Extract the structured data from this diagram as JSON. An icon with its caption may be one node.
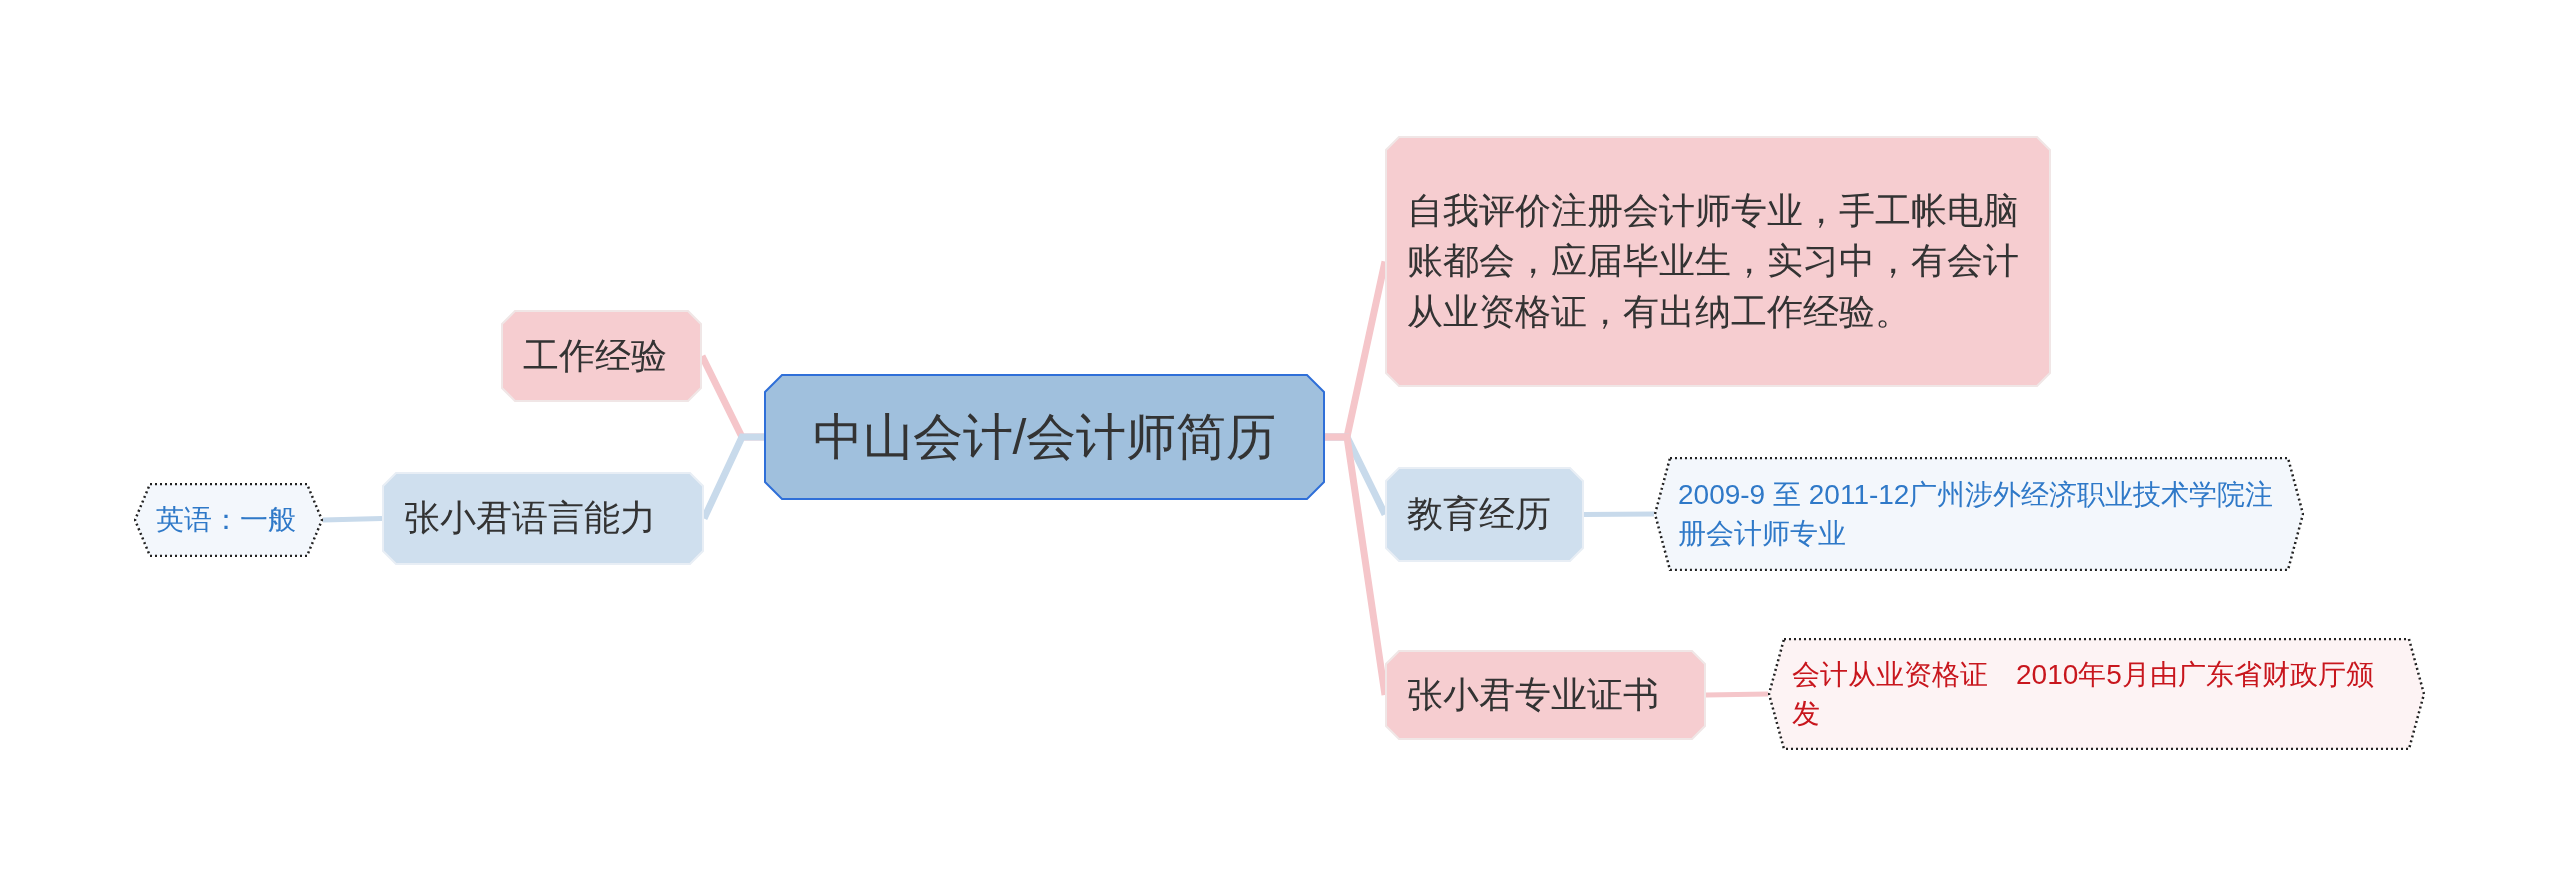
{
  "diagram": {
    "nodes": [
      {
        "text": [
          "中山会计/会计师简历"
        ]
      },
      {
        "text": [
          "自我评价注册会计师专业，手工帐电脑账都会，应届毕业生，实习中，有会计从业资格证，有出纳工作经验。"
        ]
      },
      {
        "text": [
          "教育经历"
        ]
      },
      {
        "text": [
          "张小君专业证书"
        ]
      },
      {
        "text": [
          "工作经验"
        ]
      },
      {
        "text": [
          "张小君语言能力"
        ]
      },
      {
        "text": [
          "英语：一般"
        ]
      },
      {
        "text": [
          "2009-9 至 2011-12广州涉外经济职业技术学院注册会计师专业"
        ]
      },
      {
        "text": [
          "会计从业资格证　2010年5月由广东省财政厅颁发"
        ]
      }
    ],
    "edges": [
      {
        "from": 0,
        "to": 1,
        "arrow": "none",
        "color": "#f5c6ca"
      },
      {
        "from": 0,
        "to": 2,
        "arrow": "none",
        "color": "#c8daeb"
      },
      {
        "from": 0,
        "to": 3,
        "arrow": "none",
        "color": "#f5c6ca"
      },
      {
        "from": 0,
        "to": 4,
        "arrow": "none",
        "color": "#f5c6ca"
      },
      {
        "from": 0,
        "to": 5,
        "arrow": "none",
        "color": "#c8daeb"
      },
      {
        "from": 5,
        "to": 6,
        "arrow": "none",
        "color": "#c8daeb"
      },
      {
        "from": 2,
        "to": 7,
        "arrow": "none",
        "color": "#c8daeb"
      },
      {
        "from": 3,
        "to": 8,
        "arrow": "none",
        "color": "#f5c6ca"
      }
    ]
  }
}
